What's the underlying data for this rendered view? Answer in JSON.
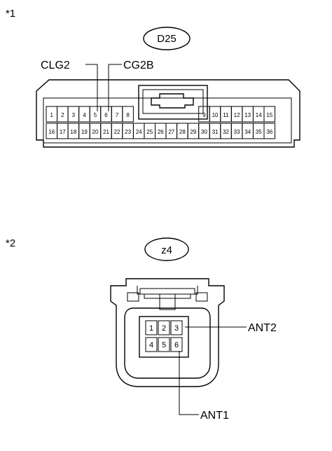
{
  "figure1": {
    "marker": "*1",
    "connector_id": "D25",
    "callouts": [
      {
        "label": "CLG2",
        "pin": "5"
      },
      {
        "label": "CG2B",
        "pin": "6"
      }
    ],
    "row1": [
      "1",
      "2",
      "3",
      "4",
      "5",
      "6",
      "7",
      "8",
      "9",
      "10",
      "11",
      "12",
      "13",
      "14",
      "15"
    ],
    "row2": [
      "16",
      "17",
      "18",
      "19",
      "20",
      "21",
      "22",
      "23",
      "24",
      "25",
      "26",
      "27",
      "28",
      "29",
      "30",
      "31",
      "32",
      "33",
      "34",
      "35",
      "36"
    ]
  },
  "figure2": {
    "marker": "*2",
    "connector_id": "z4",
    "pins": [
      "1",
      "2",
      "3",
      "4",
      "5",
      "6"
    ],
    "callouts": [
      {
        "label": "ANT2",
        "pin": "3"
      },
      {
        "label": "ANT1",
        "pin": "6"
      }
    ]
  }
}
